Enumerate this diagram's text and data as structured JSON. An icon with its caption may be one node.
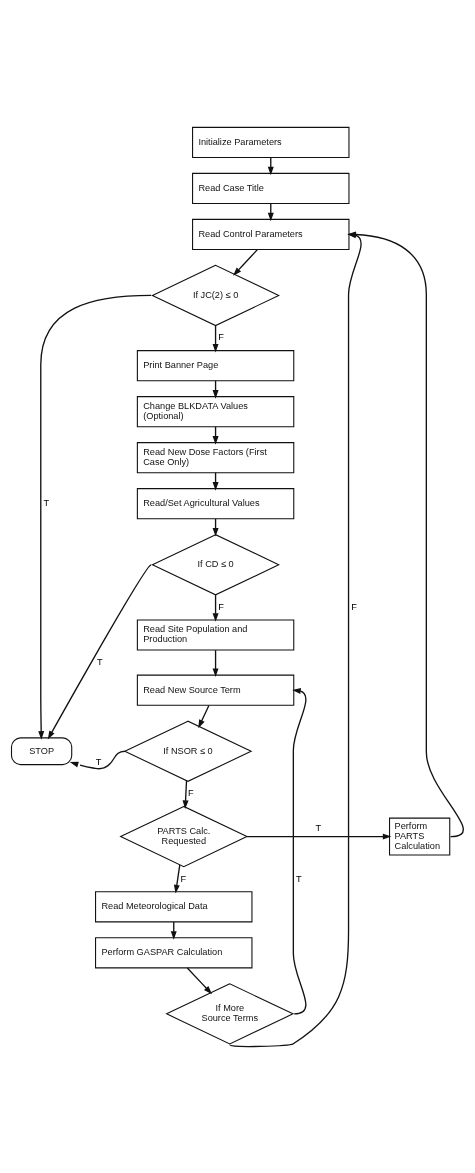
{
  "diagram": {
    "nodes": [
      {
        "text": [
          "Initialize Parameters"
        ]
      },
      {
        "text": [
          "Read Case Title"
        ]
      },
      {
        "text": [
          "Read Control Parameters"
        ]
      },
      {
        "text": [
          "If JC(2) ≤ 0"
        ]
      },
      {
        "text": [
          "Print Banner Page"
        ]
      },
      {
        "text": [
          "Change BLKDATA Values (Optional)"
        ]
      },
      {
        "text": [
          "Read New Dose Factors (First Case Only)"
        ]
      },
      {
        "text": [
          "Read/Set Agricultural Values"
        ]
      },
      {
        "text": [
          "If CD ≤ 0"
        ]
      },
      {
        "text": [
          "Read Site Population and Production"
        ]
      },
      {
        "text": [
          "Read New Source Term"
        ]
      },
      {
        "text": [
          "If NSOR ≤ 0"
        ]
      },
      {
        "text": [
          "STOP"
        ]
      },
      {
        "text": [
          "PARTS Calc. Requested"
        ]
      },
      {
        "text": [
          "Perform PARTS Calculation"
        ]
      },
      {
        "text": [
          "Read Meteorological Data"
        ]
      },
      {
        "text": [
          "Perform GASPAR Calculation"
        ]
      },
      {
        "text": [
          "If More Source Terms"
        ]
      }
    ],
    "edges": [
      {
        "from": 0,
        "to": 1,
        "arrow": "to"
      },
      {
        "from": 1,
        "to": 2,
        "arrow": "to"
      },
      {
        "from": 2,
        "to": 3,
        "arrow": "to"
      },
      {
        "from": 3,
        "to": 12,
        "label": "T",
        "arrow": "to"
      },
      {
        "from": 3,
        "to": 4,
        "label": "F",
        "arrow": "to"
      },
      {
        "from": 4,
        "to": 5,
        "arrow": "to"
      },
      {
        "from": 5,
        "to": 6,
        "arrow": "to"
      },
      {
        "from": 6,
        "to": 7,
        "arrow": "to"
      },
      {
        "from": 7,
        "to": 8,
        "arrow": "to"
      },
      {
        "from": 8,
        "to": 12,
        "label": "T",
        "arrow": "to"
      },
      {
        "from": 8,
        "to": 9,
        "label": "F",
        "arrow": "to"
      },
      {
        "from": 9,
        "to": 10,
        "arrow": "to"
      },
      {
        "from": 10,
        "to": 11,
        "arrow": "to"
      },
      {
        "from": 11,
        "to": 12,
        "label": "T",
        "arrow": "to"
      },
      {
        "from": 11,
        "to": 13,
        "label": "F",
        "arrow": "to"
      },
      {
        "from": 13,
        "to": 14,
        "label": "T",
        "arrow": "to"
      },
      {
        "from": 14,
        "to": 2,
        "arrow": "to"
      },
      {
        "from": 13,
        "to": 15,
        "label": "F",
        "arrow": "to"
      },
      {
        "from": 15,
        "to": 16,
        "arrow": "to"
      },
      {
        "from": 16,
        "to": 17,
        "arrow": "to"
      },
      {
        "from": 17,
        "to": 10,
        "label": "T",
        "arrow": "to"
      },
      {
        "from": 17,
        "to": 2,
        "label": "F",
        "arrow": "to"
      }
    ]
  }
}
